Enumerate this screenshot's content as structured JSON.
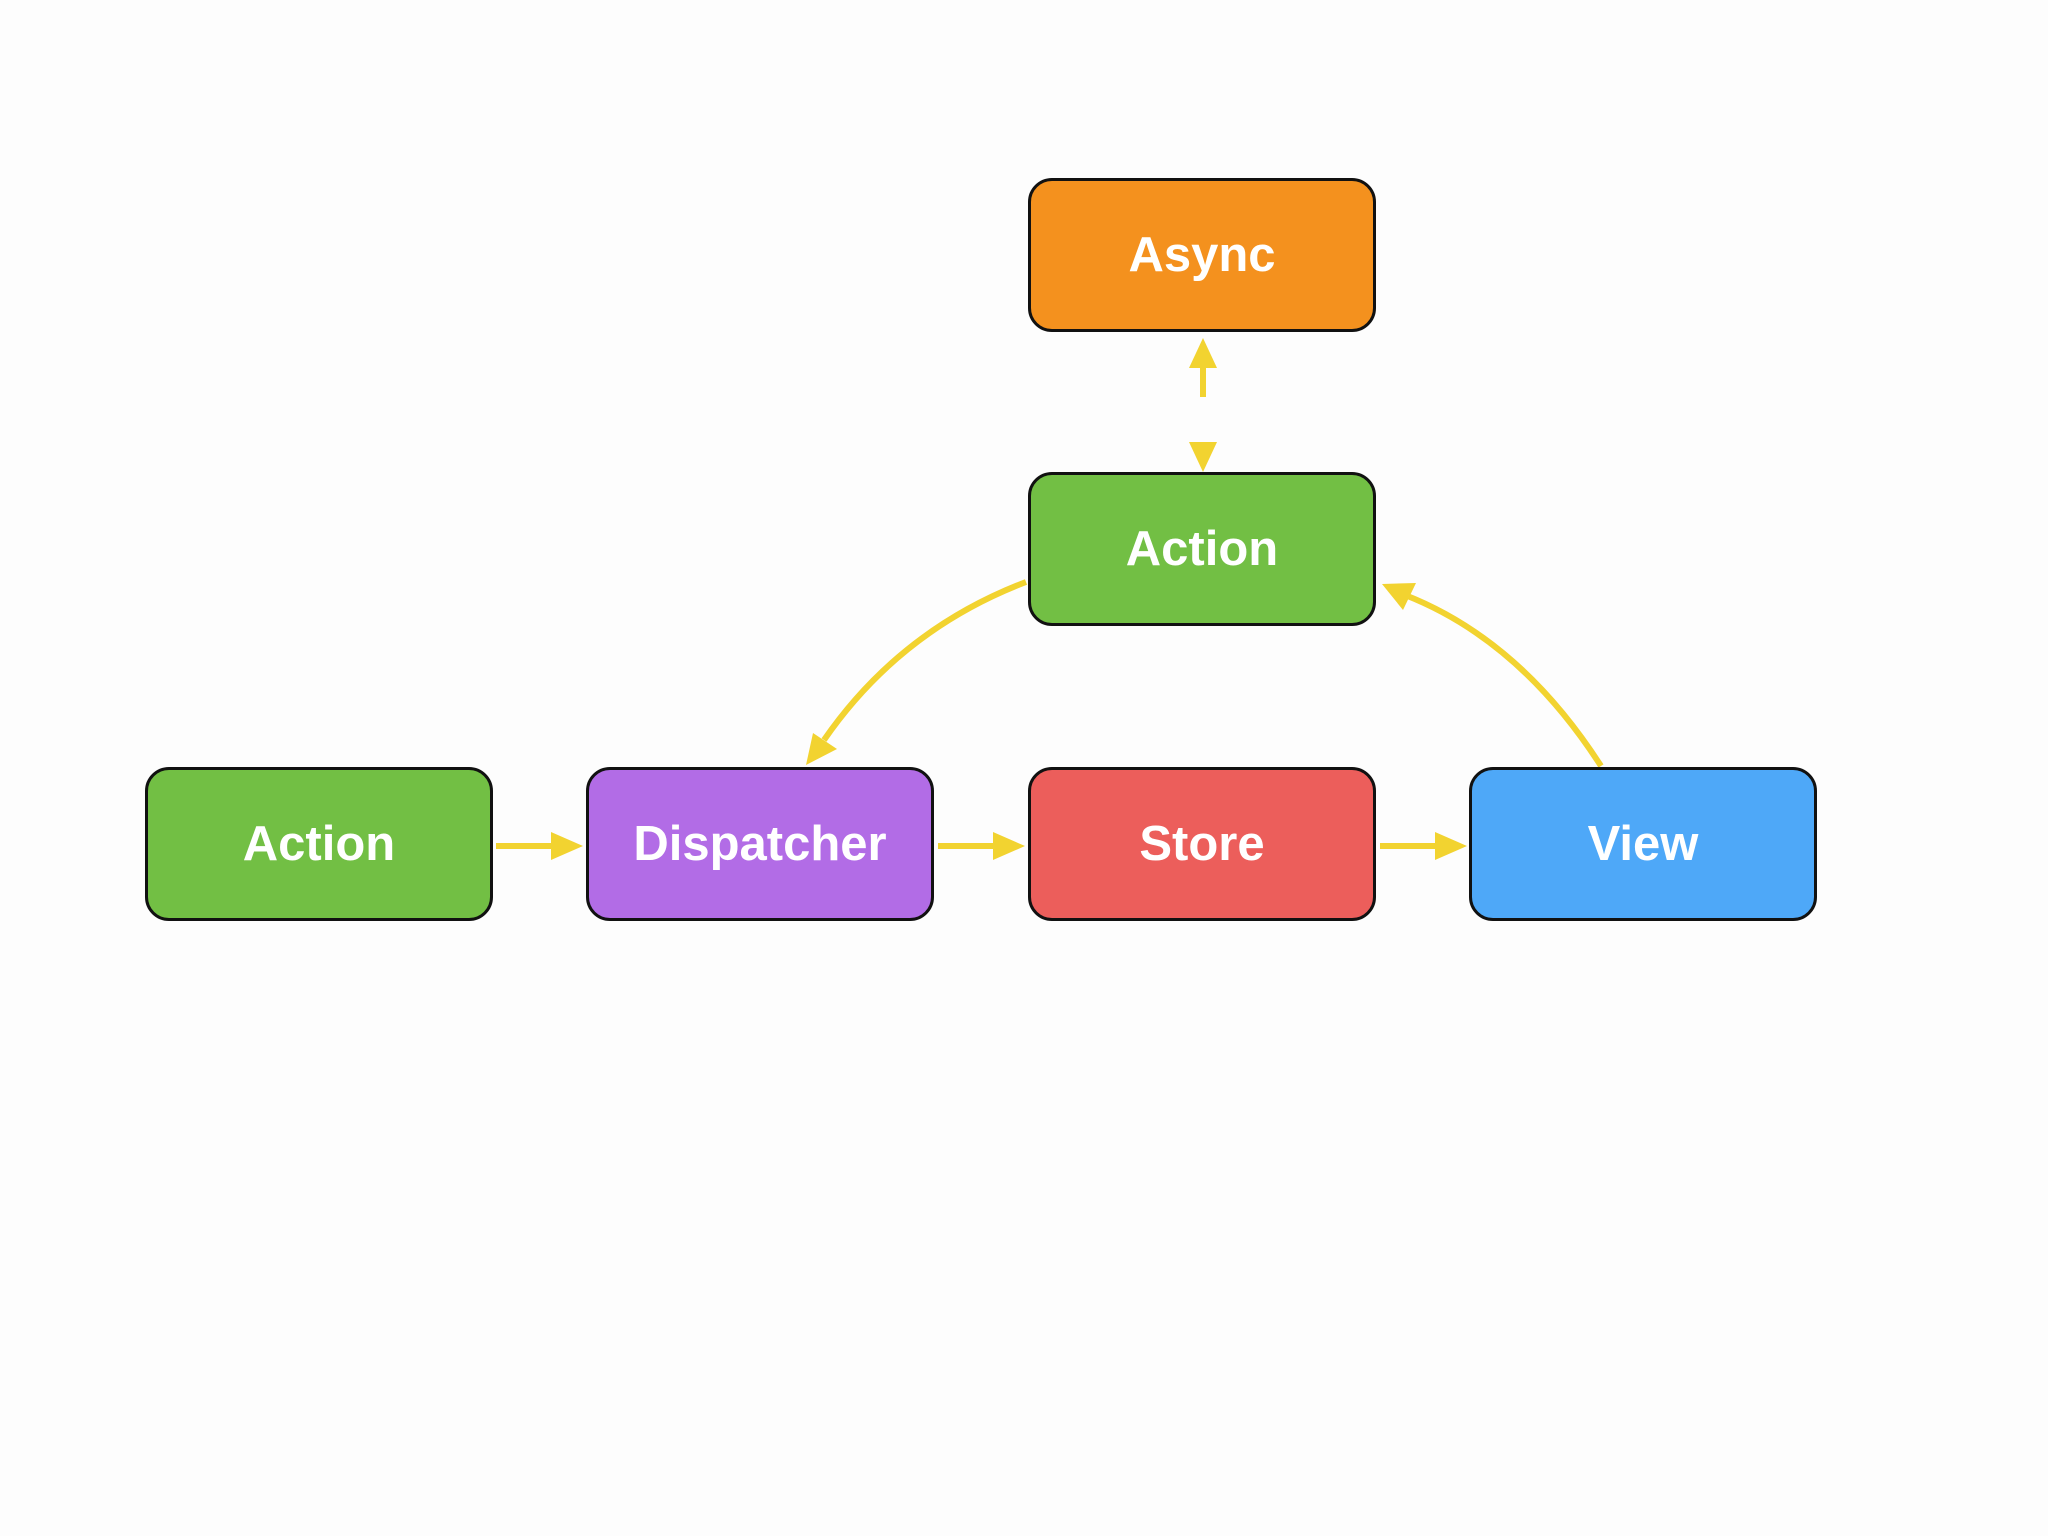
{
  "nodes": {
    "async": {
      "label": "Async",
      "color": "#f4911e"
    },
    "action_top": {
      "label": "Action",
      "color": "#72bf44"
    },
    "action_left": {
      "label": "Action",
      "color": "#72bf44"
    },
    "dispatcher": {
      "label": "Dispatcher",
      "color": "#b26ce6"
    },
    "store": {
      "label": "Store",
      "color": "#ec5e5b"
    },
    "view": {
      "label": "View",
      "color": "#4ea8f8"
    }
  },
  "edges": [
    {
      "from": "action_top",
      "to": "async",
      "bidirectional": true
    },
    {
      "from": "action_top",
      "to": "dispatcher",
      "bidirectional": false
    },
    {
      "from": "view",
      "to": "action_top",
      "bidirectional": false
    },
    {
      "from": "action_left",
      "to": "dispatcher",
      "bidirectional": false
    },
    {
      "from": "dispatcher",
      "to": "store",
      "bidirectional": false
    },
    {
      "from": "store",
      "to": "view",
      "bidirectional": false
    }
  ],
  "arrow_color": "#f2d330"
}
